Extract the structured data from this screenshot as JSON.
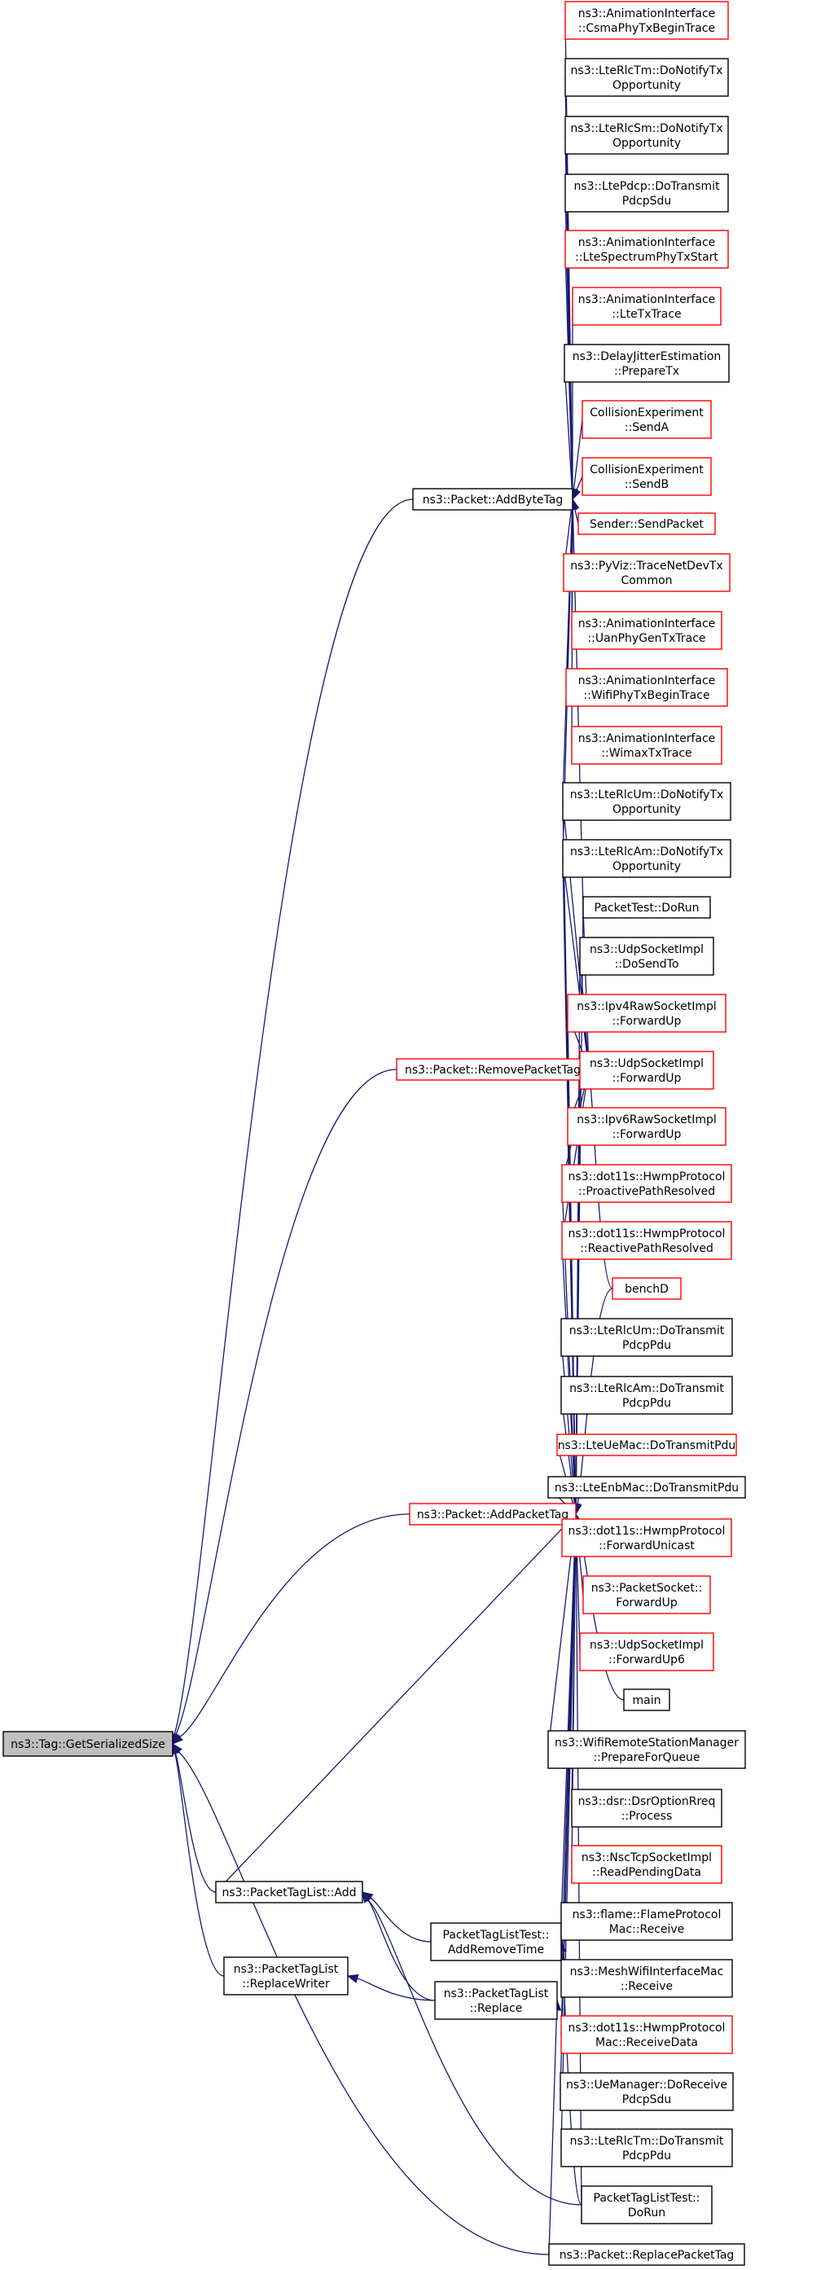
{
  "nodes": [
    {
      "id": "get_serialized_size",
      "lines": [
        "ns3::Tag::GetSerializedSize"
      ],
      "color": "root"
    },
    {
      "id": "add_byte_tag",
      "lines": [
        "ns3::Packet::AddByteTag"
      ],
      "color": "black"
    },
    {
      "id": "remove_packet_tag",
      "lines": [
        "ns3::Packet::RemovePacketTag"
      ],
      "color": "red"
    },
    {
      "id": "add_packet_tag",
      "lines": [
        "ns3::Packet::AddPacketTag"
      ],
      "color": "red"
    },
    {
      "id": "ptl_add",
      "lines": [
        "ns3::PacketTagList::Add"
      ],
      "color": "black"
    },
    {
      "id": "ptl_replace_writer",
      "lines": [
        "ns3::PacketTagList",
        "::ReplaceWriter"
      ],
      "color": "black"
    },
    {
      "id": "ptlt_add_remove_time",
      "lines": [
        "PacketTagListTest::",
        "AddRemoveTime"
      ],
      "color": "black"
    },
    {
      "id": "ptl_replace",
      "lines": [
        "ns3::PacketTagList",
        "::Replace"
      ],
      "color": "black"
    },
    {
      "id": "csma_phy_tx_begin",
      "lines": [
        "ns3::AnimationInterface",
        "::CsmaPhyTxBeginTrace"
      ],
      "color": "red"
    },
    {
      "id": "lte_rlc_tm_notify",
      "lines": [
        "ns3::LteRlcTm::DoNotifyTx",
        "Opportunity"
      ],
      "color": "black"
    },
    {
      "id": "lte_rlc_sm_notify",
      "lines": [
        "ns3::LteRlcSm::DoNotifyTx",
        "Opportunity"
      ],
      "color": "black"
    },
    {
      "id": "lte_pdcp_transmit",
      "lines": [
        "ns3::LtePdcp::DoTransmit",
        "PdcpSdu"
      ],
      "color": "black"
    },
    {
      "id": "lte_spectrum_phy_tx",
      "lines": [
        "ns3::AnimationInterface",
        "::LteSpectrumPhyTxStart"
      ],
      "color": "red"
    },
    {
      "id": "lte_tx_trace",
      "lines": [
        "ns3::AnimationInterface",
        "::LteTxTrace"
      ],
      "color": "red"
    },
    {
      "id": "delay_jitter",
      "lines": [
        "ns3::DelayJitterEstimation",
        "::PrepareTx"
      ],
      "color": "black"
    },
    {
      "id": "collision_send_a",
      "lines": [
        "CollisionExperiment",
        "::SendA"
      ],
      "color": "red"
    },
    {
      "id": "collision_send_b",
      "lines": [
        "CollisionExperiment",
        "::SendB"
      ],
      "color": "red"
    },
    {
      "id": "sender_send_packet",
      "lines": [
        "Sender::SendPacket"
      ],
      "color": "red"
    },
    {
      "id": "pyviz_trace",
      "lines": [
        "ns3::PyViz::TraceNetDevTx",
        "Common"
      ],
      "color": "red"
    },
    {
      "id": "uan_phy_gen_tx",
      "lines": [
        "ns3::AnimationInterface",
        "::UanPhyGenTxTrace"
      ],
      "color": "red"
    },
    {
      "id": "wifi_phy_tx_begin",
      "lines": [
        "ns3::AnimationInterface",
        "::WifiPhyTxBeginTrace"
      ],
      "color": "red"
    },
    {
      "id": "wimax_tx_trace",
      "lines": [
        "ns3::AnimationInterface",
        "::WimaxTxTrace"
      ],
      "color": "red"
    },
    {
      "id": "lte_rlc_um_notify",
      "lines": [
        "ns3::LteRlcUm::DoNotifyTx",
        "Opportunity"
      ],
      "color": "black"
    },
    {
      "id": "lte_rlc_am_notify",
      "lines": [
        "ns3::LteRlcAm::DoNotifyTx",
        "Opportunity"
      ],
      "color": "black"
    },
    {
      "id": "packet_test_dorun",
      "lines": [
        "PacketTest::DoRun"
      ],
      "color": "black"
    },
    {
      "id": "udp_socket_dosendto",
      "lines": [
        "ns3::UdpSocketImpl",
        "::DoSendTo"
      ],
      "color": "black"
    },
    {
      "id": "ipv4_raw_forward_up",
      "lines": [
        "ns3::Ipv4RawSocketImpl",
        "::ForwardUp"
      ],
      "color": "red"
    },
    {
      "id": "udp_socket_forward_up",
      "lines": [
        "ns3::UdpSocketImpl",
        "::ForwardUp"
      ],
      "color": "red"
    },
    {
      "id": "ipv6_raw_forward_up",
      "lines": [
        "ns3::Ipv6RawSocketImpl",
        "::ForwardUp"
      ],
      "color": "red"
    },
    {
      "id": "hwmp_proactive",
      "lines": [
        "ns3::dot11s::HwmpProtocol",
        "::ProactivePathResolved"
      ],
      "color": "red"
    },
    {
      "id": "hwmp_reactive",
      "lines": [
        "ns3::dot11s::HwmpProtocol",
        "::ReactivePathResolved"
      ],
      "color": "red"
    },
    {
      "id": "bench_d",
      "lines": [
        "benchD"
      ],
      "color": "red"
    },
    {
      "id": "lte_rlc_um_transmit",
      "lines": [
        "ns3::LteRlcUm::DoTransmit",
        "PdcpPdu"
      ],
      "color": "black"
    },
    {
      "id": "lte_rlc_am_transmit",
      "lines": [
        "ns3::LteRlcAm::DoTransmit",
        "PdcpPdu"
      ],
      "color": "black"
    },
    {
      "id": "lte_ue_mac_transmit",
      "lines": [
        "ns3::LteUeMac::DoTransmitPdu"
      ],
      "color": "red"
    },
    {
      "id": "lte_enb_mac_transmit",
      "lines": [
        "ns3::LteEnbMac::DoTransmitPdu"
      ],
      "color": "black"
    },
    {
      "id": "hwmp_forward_unicast",
      "lines": [
        "ns3::dot11s::HwmpProtocol",
        "::ForwardUnicast"
      ],
      "color": "red"
    },
    {
      "id": "packet_socket_forward_up",
      "lines": [
        "ns3::PacketSocket::",
        "ForwardUp"
      ],
      "color": "red"
    },
    {
      "id": "udp_socket_forward_up6",
      "lines": [
        "ns3::UdpSocketImpl",
        "::ForwardUp6"
      ],
      "color": "red"
    },
    {
      "id": "main",
      "lines": [
        "main"
      ],
      "color": "black"
    },
    {
      "id": "wifi_remote_prepare",
      "lines": [
        "ns3::WifiRemoteStationManager",
        "::PrepareForQueue"
      ],
      "color": "black"
    },
    {
      "id": "dsr_option_rreq",
      "lines": [
        "ns3::dsr::DsrOptionRreq",
        "::Process"
      ],
      "color": "black"
    },
    {
      "id": "nsc_tcp_read_pending",
      "lines": [
        "ns3::NscTcpSocketImpl",
        "::ReadPendingData"
      ],
      "color": "red"
    },
    {
      "id": "flame_mac_receive",
      "lines": [
        "ns3::flame::FlameProtocol",
        "Mac::Receive"
      ],
      "color": "black"
    },
    {
      "id": "mesh_wifi_receive",
      "lines": [
        "ns3::MeshWifiInterfaceMac",
        "::Receive"
      ],
      "color": "black"
    },
    {
      "id": "hwmp_mac_receive_data",
      "lines": [
        "ns3::dot11s::HwmpProtocol",
        "Mac::ReceiveData"
      ],
      "color": "red"
    },
    {
      "id": "ue_manager_receive",
      "lines": [
        "ns3::UeManager::DoReceive",
        "PdcpSdu"
      ],
      "color": "black"
    },
    {
      "id": "lte_rlc_tm_transmit",
      "lines": [
        "ns3::LteRlcTm::DoTransmit",
        "PdcpPdu"
      ],
      "color": "black"
    },
    {
      "id": "ptlt_dorun",
      "lines": [
        "PacketTagListTest::",
        "DoRun"
      ],
      "color": "black"
    },
    {
      "id": "replace_packet_tag",
      "lines": [
        "ns3::Packet::ReplacePacketTag"
      ],
      "color": "black"
    }
  ],
  "edges": [
    [
      "add_byte_tag",
      "get_serialized_size"
    ],
    [
      "remove_packet_tag",
      "get_serialized_size"
    ],
    [
      "add_packet_tag",
      "get_serialized_size"
    ],
    [
      "ptl_add",
      "get_serialized_size"
    ],
    [
      "ptl_replace_writer",
      "get_serialized_size"
    ],
    [
      "replace_packet_tag",
      "get_serialized_size"
    ],
    [
      "csma_phy_tx_begin",
      "add_byte_tag"
    ],
    [
      "lte_rlc_tm_notify",
      "add_byte_tag"
    ],
    [
      "lte_rlc_sm_notify",
      "add_byte_tag"
    ],
    [
      "lte_pdcp_transmit",
      "add_byte_tag"
    ],
    [
      "lte_spectrum_phy_tx",
      "add_byte_tag"
    ],
    [
      "lte_tx_trace",
      "add_byte_tag"
    ],
    [
      "delay_jitter",
      "add_byte_tag"
    ],
    [
      "collision_send_a",
      "add_byte_tag"
    ],
    [
      "collision_send_b",
      "add_byte_tag"
    ],
    [
      "sender_send_packet",
      "add_byte_tag"
    ],
    [
      "pyviz_trace",
      "add_byte_tag"
    ],
    [
      "uan_phy_gen_tx",
      "add_byte_tag"
    ],
    [
      "wifi_phy_tx_begin",
      "add_byte_tag"
    ],
    [
      "wimax_tx_trace",
      "add_byte_tag"
    ],
    [
      "lte_rlc_um_notify",
      "add_byte_tag"
    ],
    [
      "lte_rlc_am_notify",
      "add_byte_tag"
    ],
    [
      "packet_test_dorun",
      "add_byte_tag"
    ],
    [
      "lte_rlc_um_notify",
      "remove_packet_tag"
    ],
    [
      "lte_rlc_am_notify",
      "remove_packet_tag"
    ],
    [
      "packet_test_dorun",
      "remove_packet_tag"
    ],
    [
      "udp_socket_dosendto",
      "remove_packet_tag"
    ],
    [
      "ipv4_raw_forward_up",
      "remove_packet_tag"
    ],
    [
      "udp_socket_forward_up",
      "remove_packet_tag"
    ],
    [
      "ipv6_raw_forward_up",
      "remove_packet_tag"
    ],
    [
      "hwmp_proactive",
      "remove_packet_tag"
    ],
    [
      "hwmp_reactive",
      "remove_packet_tag"
    ],
    [
      "bench_d",
      "remove_packet_tag"
    ],
    [
      "lte_rlc_um_notify",
      "add_packet_tag"
    ],
    [
      "lte_rlc_am_notify",
      "add_packet_tag"
    ],
    [
      "packet_test_dorun",
      "add_packet_tag"
    ],
    [
      "udp_socket_dosendto",
      "add_packet_tag"
    ],
    [
      "ipv4_raw_forward_up",
      "add_packet_tag"
    ],
    [
      "udp_socket_forward_up",
      "add_packet_tag"
    ],
    [
      "ipv6_raw_forward_up",
      "add_packet_tag"
    ],
    [
      "hwmp_proactive",
      "add_packet_tag"
    ],
    [
      "hwmp_reactive",
      "add_packet_tag"
    ],
    [
      "bench_d",
      "add_packet_tag"
    ],
    [
      "lte_rlc_um_transmit",
      "add_packet_tag"
    ],
    [
      "lte_rlc_am_transmit",
      "add_packet_tag"
    ],
    [
      "lte_ue_mac_transmit",
      "add_packet_tag"
    ],
    [
      "lte_enb_mac_transmit",
      "add_packet_tag"
    ],
    [
      "hwmp_forward_unicast",
      "add_packet_tag"
    ],
    [
      "packet_socket_forward_up",
      "add_packet_tag"
    ],
    [
      "udp_socket_forward_up6",
      "add_packet_tag"
    ],
    [
      "main",
      "add_packet_tag"
    ],
    [
      "wifi_remote_prepare",
      "add_packet_tag"
    ],
    [
      "dsr_option_rreq",
      "add_packet_tag"
    ],
    [
      "nsc_tcp_read_pending",
      "add_packet_tag"
    ],
    [
      "flame_mac_receive",
      "add_packet_tag"
    ],
    [
      "mesh_wifi_receive",
      "add_packet_tag"
    ],
    [
      "hwmp_mac_receive_data",
      "add_packet_tag"
    ],
    [
      "ue_manager_receive",
      "add_packet_tag"
    ],
    [
      "lte_rlc_tm_transmit",
      "add_packet_tag"
    ],
    [
      "ptlt_dorun",
      "add_packet_tag"
    ],
    [
      "ptl_add",
      "add_packet_tag"
    ],
    [
      "ptlt_add_remove_time",
      "ptl_add"
    ],
    [
      "ptl_replace",
      "ptl_add"
    ],
    [
      "ptlt_dorun",
      "ptl_add"
    ],
    [
      "ptl_replace",
      "ptl_replace_writer"
    ],
    [
      "ptlt_dorun",
      "ptlt_add_remove_time"
    ],
    [
      "replace_packet_tag",
      "ptl_replace"
    ]
  ]
}
